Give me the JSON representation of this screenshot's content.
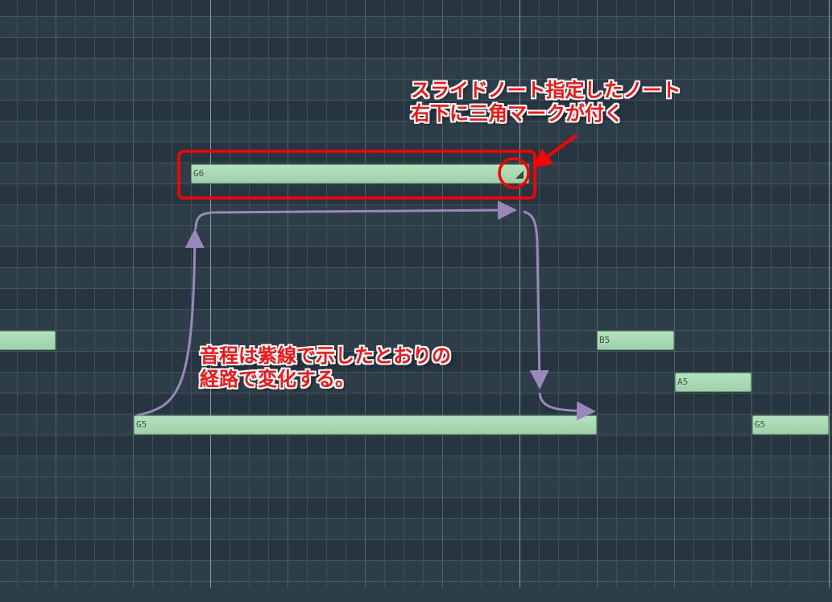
{
  "piano_roll": {
    "top_pitch_midi": 87,
    "colors": {
      "white_row": "#2e3e48",
      "black_row": "#263540",
      "note": "#a8d8b0",
      "annotation": "#ff0000",
      "pitch_path": "#9b88bb"
    },
    "notes": [
      {
        "label": "G6",
        "slide": true
      },
      {
        "label": "G5",
        "slide": false
      },
      {
        "label": "",
        "slide": false
      },
      {
        "label": "B5",
        "slide": false
      },
      {
        "label": "A5",
        "slide": false
      },
      {
        "label": "G5",
        "slide": false
      }
    ]
  },
  "annotations": {
    "slide_note_line1": "スライドノート指定したノート",
    "slide_note_line2": "右下に三角マークが付く",
    "pitch_line1": "音程は紫線で示したとおりの",
    "pitch_line2": "経路で変化する。"
  }
}
